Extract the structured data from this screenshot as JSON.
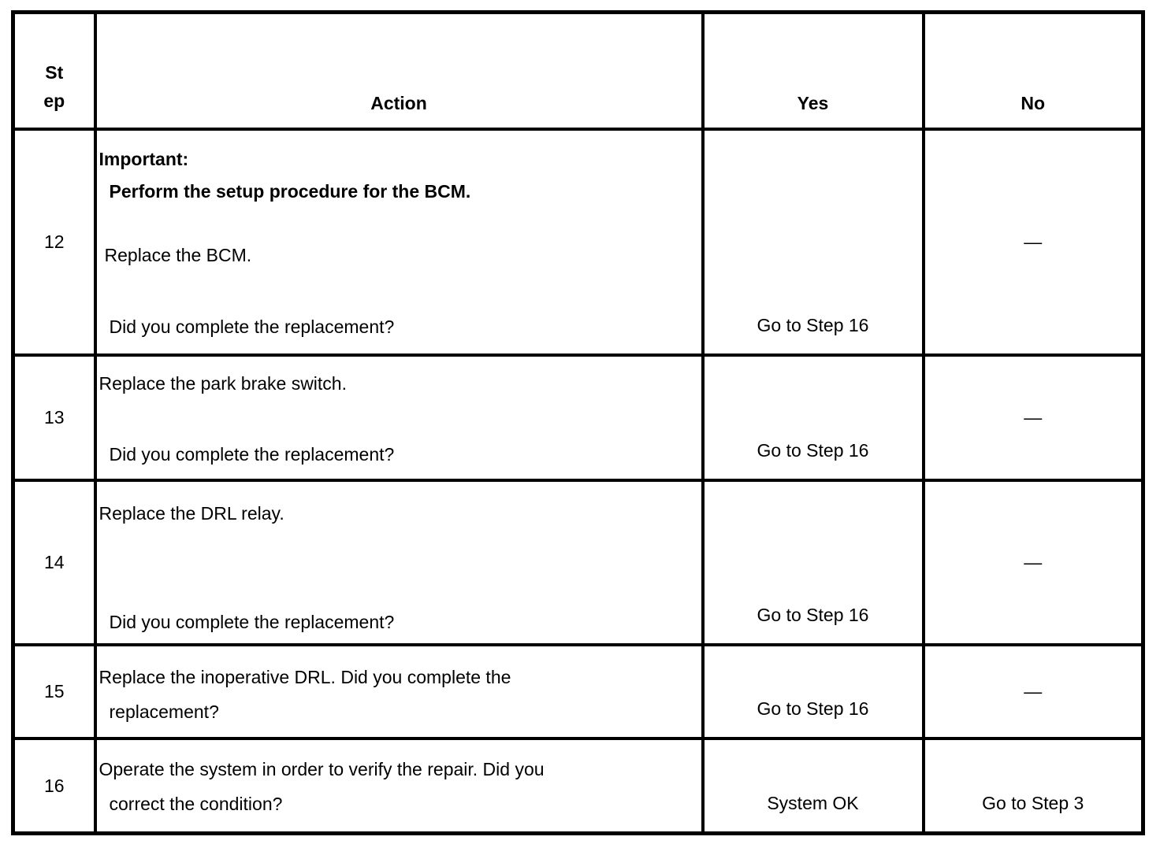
{
  "colors": {
    "text": "#000000",
    "border": "#000000",
    "background": "#ffffff"
  },
  "header": {
    "step_line1": "St",
    "step_line2": "ep",
    "action": "Action",
    "yes": "Yes",
    "no": "No"
  },
  "rows": [
    {
      "step": "12",
      "action_lines": [
        "Important:",
        "Perform the setup procedure for the BCM.",
        "Replace the BCM.",
        "Did you complete the replacement?"
      ],
      "yes": "Go to Step 16",
      "no": "—"
    },
    {
      "step": "13",
      "action_lines": [
        "Replace the park brake switch.",
        "Did you complete the replacement?"
      ],
      "yes": "Go to Step 16",
      "no": "—"
    },
    {
      "step": "14",
      "action_lines": [
        "Replace the DRL relay.",
        "Did you complete the replacement?"
      ],
      "yes": "Go to Step 16",
      "no": "—"
    },
    {
      "step": "15",
      "action_lines": [
        "Replace the inoperative DRL. Did you complete the",
        "replacement?"
      ],
      "yes": "Go to Step 16",
      "no": "—"
    },
    {
      "step": "16",
      "action_lines": [
        "Operate the system in order to verify the repair. Did you",
        "correct the condition?"
      ],
      "yes": "System OK",
      "no": "Go to Step 3"
    }
  ]
}
